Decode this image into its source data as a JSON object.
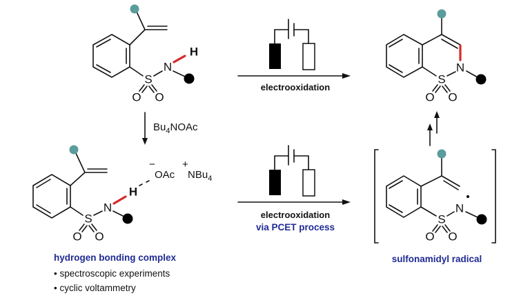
{
  "colors": {
    "substituent": "#5b9c9c",
    "new_bond": "#d42a2a",
    "label_text": "#1f2a92",
    "group": "#000000"
  },
  "atoms": {
    "S": "S",
    "N": "N",
    "O": "O",
    "H": "H"
  },
  "reagent": {
    "main": "Bu",
    "sub": "4",
    "rest": "NOAc"
  },
  "counterion": {
    "anion": "OAc",
    "anion_charge": "−",
    "cation_charge": "+",
    "cation_main": "NBu",
    "cation_sub": "4"
  },
  "top_arrow": {
    "label": "electrooxidation"
  },
  "bottom_arrow": {
    "label": "electrooxidation",
    "sublabel": "via PCET process"
  },
  "complex": {
    "title": "hydrogen bonding complex",
    "bullets": [
      "• spectroscopic experiments",
      "• cyclic voltammetry"
    ]
  },
  "radical": {
    "title": "sulfonamidyl radical"
  }
}
